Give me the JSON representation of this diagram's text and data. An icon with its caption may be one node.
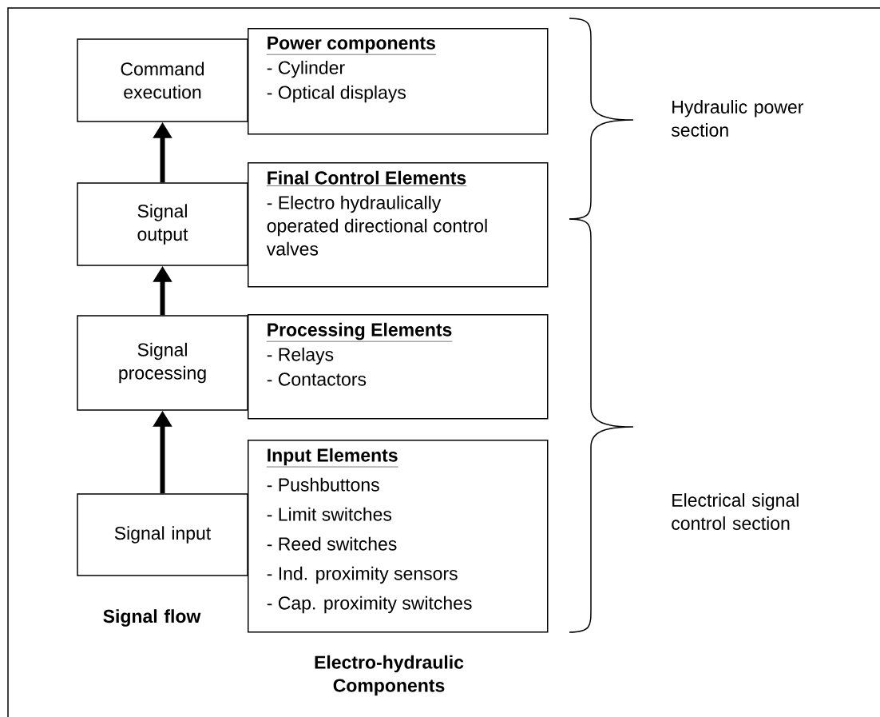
{
  "diagram": {
    "nodes": [
      {
        "text": [
          "Command execution"
        ]
      },
      {
        "text": [
          "Power components",
          "- Cylinder",
          "- Optical displays"
        ]
      },
      {
        "text": [
          "Signal output"
        ]
      },
      {
        "text": [
          "Final Control Elements",
          "- Electro hydraulically operated directional control valves"
        ]
      },
      {
        "text": [
          "Signal processing"
        ]
      },
      {
        "text": [
          "Processing Elements",
          "- Relays",
          "- Contactors"
        ]
      },
      {
        "text": [
          "Signal input"
        ]
      },
      {
        "text": [
          "Input Elements",
          "- Pushbuttons",
          "- Limit switches",
          "- Reed switches",
          "- Ind. proximity sensors",
          "- Cap. proximity switches"
        ]
      }
    ],
    "edges": [
      {
        "from": 6,
        "to": 4,
        "arrow": "to"
      },
      {
        "from": 4,
        "to": 2,
        "arrow": "to"
      },
      {
        "from": 2,
        "to": 0,
        "arrow": "to"
      }
    ],
    "labels": [
      "Hydraulic power section",
      "Electrical signal control section",
      "Signal flow",
      "Electro-hydraulic Components"
    ]
  }
}
